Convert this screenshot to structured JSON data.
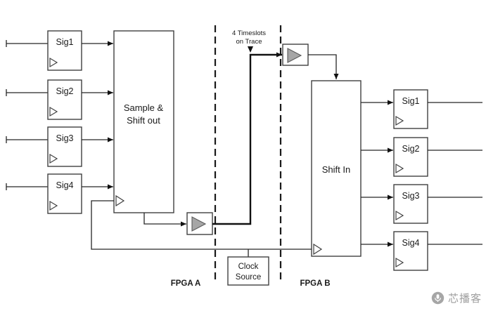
{
  "diagram": {
    "fpga_a": {
      "label": "FPGA A"
    },
    "fpga_b": {
      "label": "FPGA B"
    },
    "trace_note": {
      "line1": "4 Timeslots",
      "line2": "on Trace"
    },
    "clock_source": {
      "line1": "Clock",
      "line2": "Source"
    },
    "sample_shift": {
      "line1": "Sample &",
      "line2": "Shift out"
    },
    "shift_in": {
      "label": "Shift In"
    },
    "input_signals": [
      "Sig1",
      "Sig2",
      "Sig3",
      "Sig4"
    ],
    "output_signals": [
      "Sig1",
      "Sig2",
      "Sig3",
      "Sig4"
    ],
    "colors": {
      "wire": "#262626",
      "buffer_fill": "#a6a6a6",
      "box_stroke": "#404040",
      "watermark_gray": "#9e9e9e"
    },
    "watermark": {
      "label": "芯播客"
    }
  }
}
